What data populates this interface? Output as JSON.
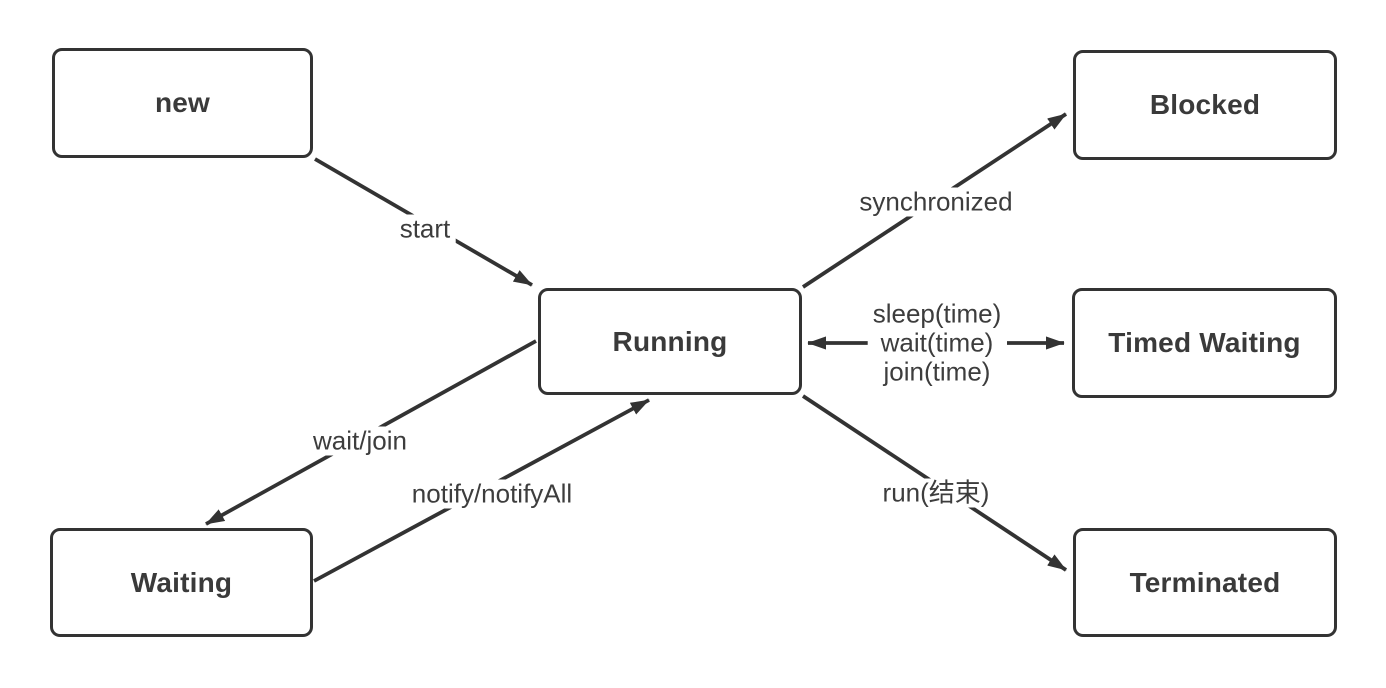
{
  "diagram": {
    "type": "state-diagram",
    "subject": "thread-lifecycle",
    "colors": {
      "background": "#ffffff",
      "stroke": "#333333",
      "node_text": "#3a3a3a",
      "edge_text": "#3d3d3d"
    },
    "nodes": [
      {
        "id": "new",
        "label": "new"
      },
      {
        "id": "running",
        "label": "Running"
      },
      {
        "id": "blocked",
        "label": "Blocked"
      },
      {
        "id": "timed_waiting",
        "label": "Timed Waiting"
      },
      {
        "id": "waiting",
        "label": "Waiting"
      },
      {
        "id": "terminated",
        "label": "Terminated"
      }
    ],
    "edges": [
      {
        "from": "new",
        "to": "running",
        "direction": "forward",
        "label": "start"
      },
      {
        "from": "running",
        "to": "blocked",
        "direction": "forward",
        "label": "synchronized"
      },
      {
        "from": "running",
        "to": "timed_waiting",
        "direction": "bidirectional",
        "lines": [
          "sleep(time)",
          "wait(time)",
          "join(time)"
        ]
      },
      {
        "from": "running",
        "to": "waiting",
        "direction": "forward",
        "label": "wait/join"
      },
      {
        "from": "waiting",
        "to": "running",
        "direction": "forward",
        "label": "notify/notifyAll"
      },
      {
        "from": "running",
        "to": "terminated",
        "direction": "forward",
        "label": "run(结束)"
      }
    ]
  }
}
